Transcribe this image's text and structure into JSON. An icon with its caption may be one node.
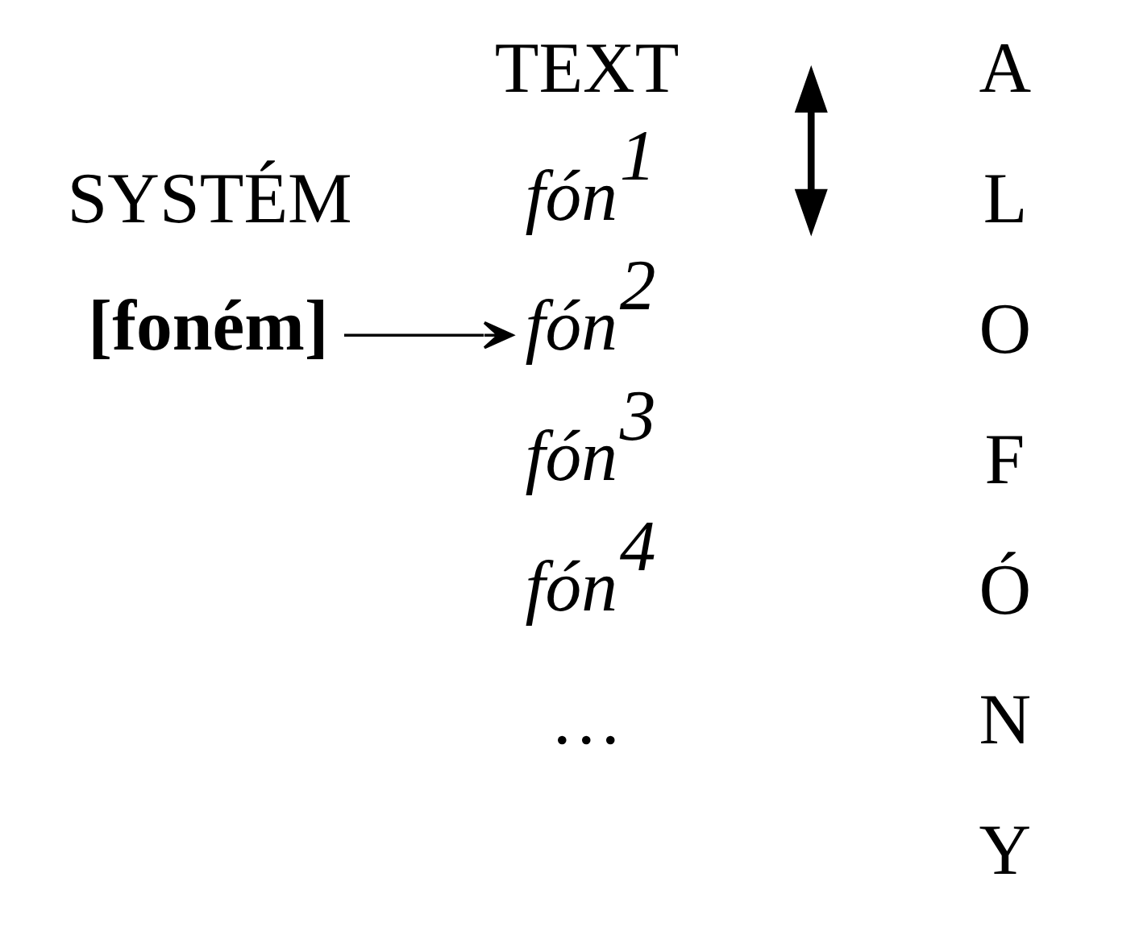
{
  "diagram": {
    "nodes": [
      {
        "text": [
          "[foném]"
        ]
      },
      {
        "text": [
          "fón$^{1}$"
        ]
      },
      {
        "text": [
          "fón$^{2}$"
        ]
      },
      {
        "text": [
          "fón$^{3}$"
        ]
      },
      {
        "text": [
          "fón$^{4}$"
        ]
      }
    ],
    "edges": [
      {
        "from": 0,
        "to": 2,
        "arrow": "to"
      }
    ],
    "labels": [
      "SYSTÉM",
      "TEXT",
      "…",
      "A",
      "L",
      "O",
      "F",
      "Ó",
      "N",
      "Y"
    ]
  }
}
